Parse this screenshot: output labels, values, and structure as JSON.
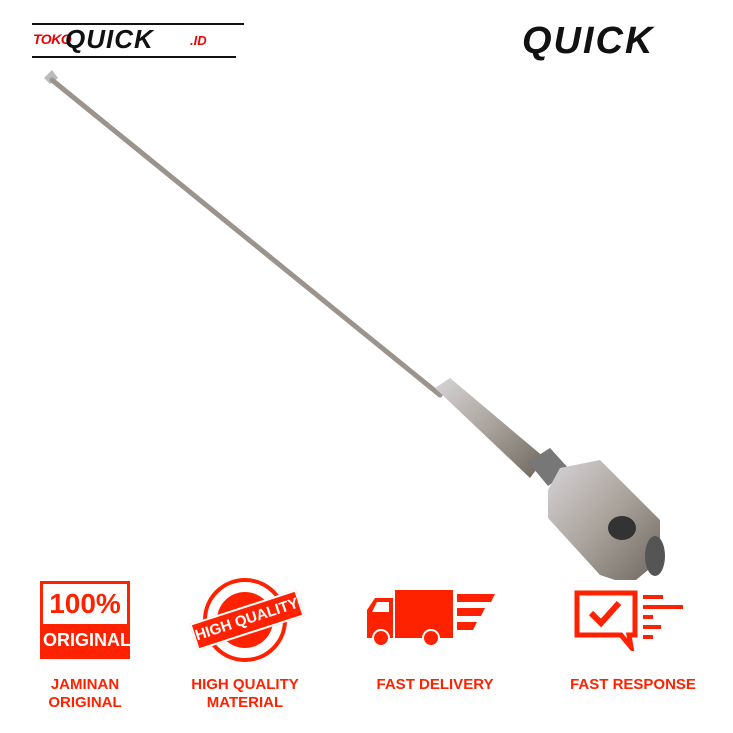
{
  "brand": {
    "store_logo": {
      "prefix": "TOKO",
      "name": "QUICK",
      "suffix": ".ID"
    },
    "brand_logo": "QUICK"
  },
  "product": {
    "icon": "clutch-cable-rod-image"
  },
  "features": [
    {
      "icon": "original-badge-icon",
      "badge_lines": [
        "100%",
        "ORIGINAL"
      ],
      "label_lines": [
        "JAMINAN",
        "ORIGINAL"
      ]
    },
    {
      "icon": "high-quality-stamp-icon",
      "badge_lines": [
        "HIGH QUALITY"
      ],
      "label_lines": [
        "HIGH QUALITY",
        "MATERIAL"
      ]
    },
    {
      "icon": "delivery-truck-icon",
      "label_lines": [
        "FAST DELIVERY"
      ]
    },
    {
      "icon": "chat-check-icon",
      "label_lines": [
        "FAST RESPONSE"
      ]
    }
  ],
  "colors": {
    "accent": "#ff2200",
    "logo_dark": "#111111"
  }
}
